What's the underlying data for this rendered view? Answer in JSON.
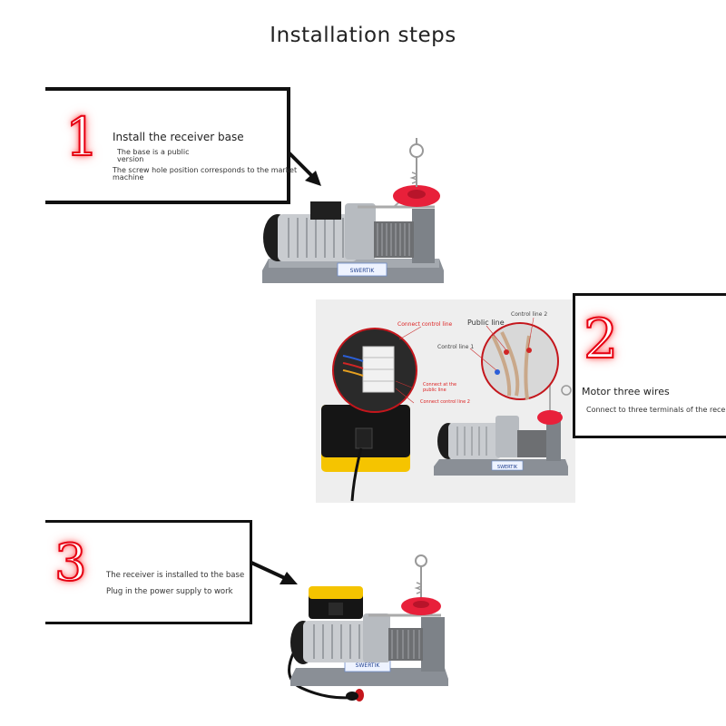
{
  "title": "Installation steps",
  "steps": [
    {
      "number": "1",
      "heading": "Install the receiver base",
      "lines": [
        "The base is a public",
        "version",
        "The screw hole position corresponds to the market",
        "machine"
      ]
    },
    {
      "number": "2",
      "heading": "Motor three wires",
      "lines": [
        "Connect to three terminals of the receiver"
      ]
    },
    {
      "number": "3",
      "heading": "",
      "lines": [
        "The receiver is installed to the base",
        "Plug in the power supply to work"
      ]
    }
  ],
  "wiring_photo": {
    "labels": {
      "public_line": "Public line",
      "control_line_1": "Control line 1",
      "control_line_2": "Control line 2",
      "connect_control_line": "Connect control line",
      "connect_public_line": "Connect at the public line",
      "connect_control_line_2": "Connect control line 2"
    }
  },
  "brand_plate": "SWERTIK",
  "colors": {
    "accent_red": "#e60012",
    "box_border": "#111111",
    "hoist_red": "#e8203a",
    "housing_gray": "#8a8f96",
    "receiver_yellow": "#f5c400"
  }
}
